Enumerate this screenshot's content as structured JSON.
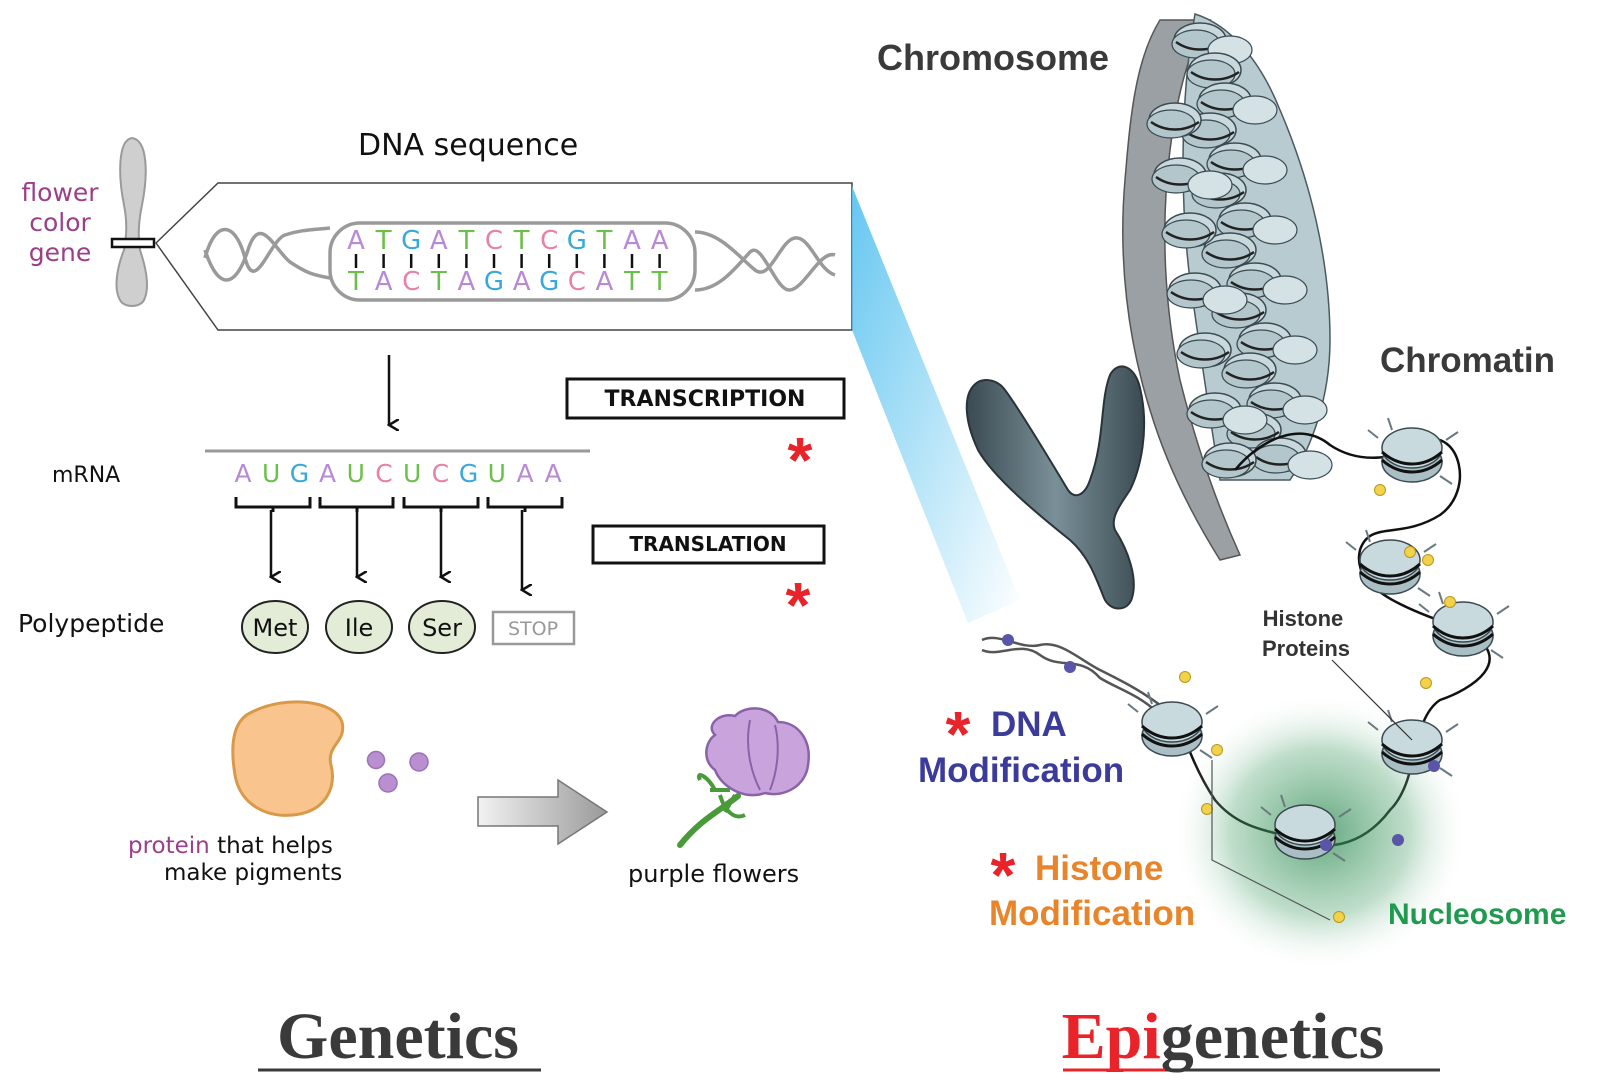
{
  "genetics": {
    "gene_label_lines": [
      "flower",
      "color",
      "gene"
    ],
    "dna_title": "DNA sequence",
    "dna_top": [
      "A",
      "T",
      "G",
      "A",
      "T",
      "C",
      "T",
      "C",
      "G",
      "T",
      "A",
      "A"
    ],
    "dna_bottom": [
      "T",
      "A",
      "C",
      "T",
      "A",
      "G",
      "A",
      "G",
      "C",
      "A",
      "T",
      "T"
    ],
    "transcription_label": "TRANSCRIPTION",
    "mrna_label": "mRNA",
    "mrna_bases": [
      "A",
      "U",
      "G",
      "A",
      "U",
      "C",
      "U",
      "C",
      "G",
      "U",
      "A",
      "A"
    ],
    "translation_label": "TRANSLATION",
    "polypeptide_label": "Polypeptide",
    "amino_acids": [
      "Met",
      "Ile",
      "Ser"
    ],
    "stop_label": "STOP",
    "protein_word": "protein",
    "protein_rest": " that helps",
    "protein_line2": "make pigments",
    "flower_caption": "purple flowers",
    "title": "Genetics"
  },
  "epigenetics": {
    "chromosome_label": "Chromosome",
    "chromatin_label": "Chromatin",
    "histone_label_lines": [
      "Histone",
      "Proteins"
    ],
    "dna_mod_lines": [
      "DNA",
      "Modification"
    ],
    "histone_mod_lines": [
      "Histone",
      "Modification"
    ],
    "nucleosome_label": "Nucleosome",
    "title_prefix": "Epi",
    "title_suffix": "genetics"
  },
  "markers": {
    "asterisk": "*"
  },
  "colors": {
    "A": "#b88ad6",
    "T": "#6cbf4b",
    "G": "#3aa8d8",
    "C": "#e880a8",
    "U": "#6cbf4b",
    "gene_label": "#9a3f88",
    "asterisk": "#e8242a",
    "dna_mod": "#3b3b9c",
    "histone_mod": "#e8852a",
    "nucleosome": "#1f9a4f",
    "epi_red": "#e8242a",
    "dark_text": "#3a3a3a"
  }
}
